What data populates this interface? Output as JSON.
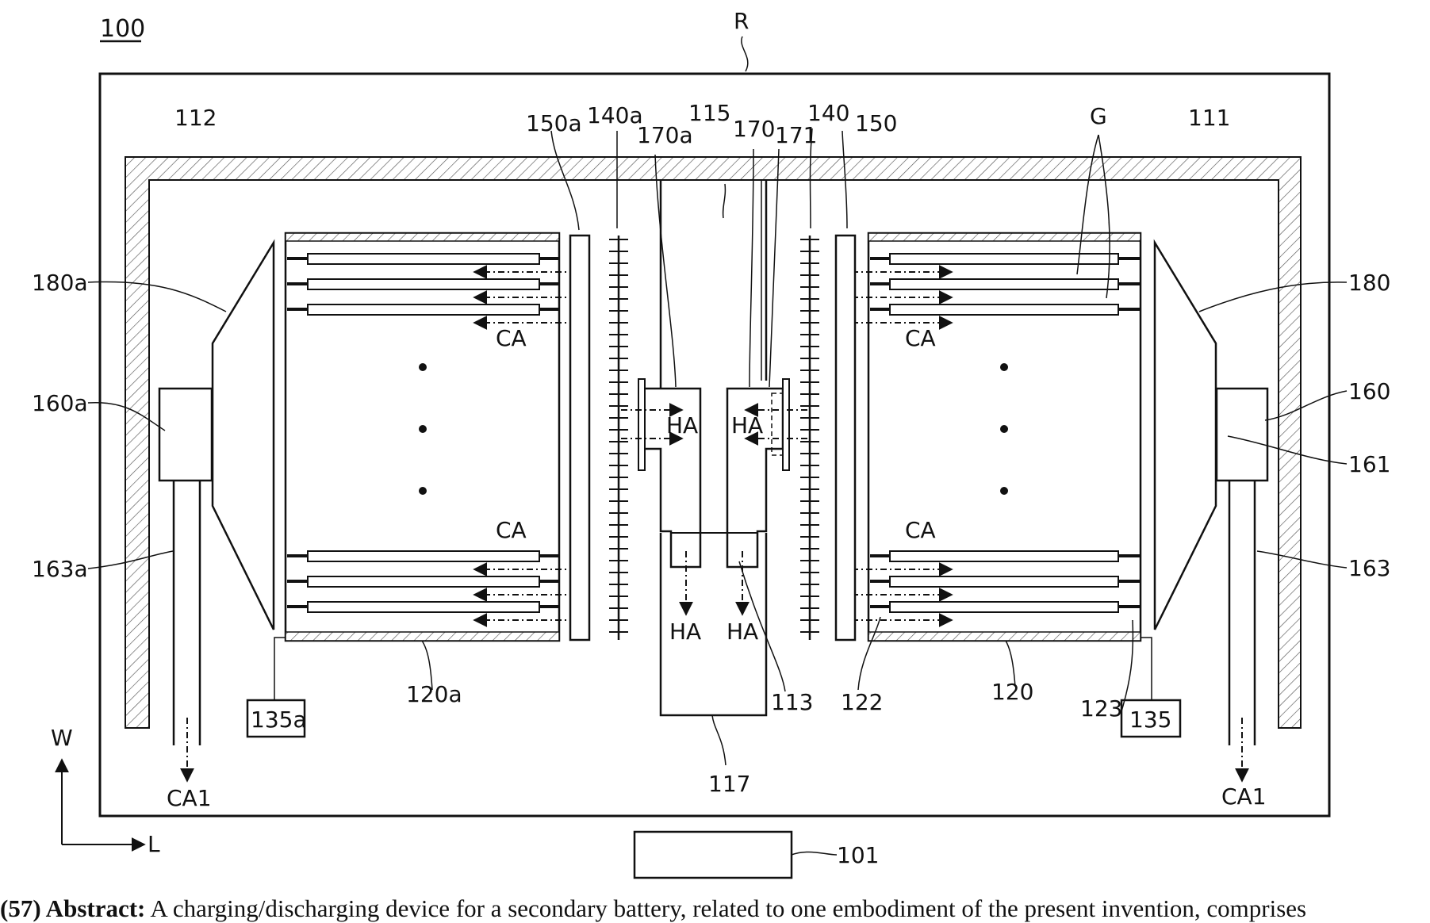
{
  "figure": {
    "device_label": "100",
    "room_label": "R",
    "controller_label": "101",
    "left": {
      "chamber": "112",
      "rack": "120a",
      "fan": "180a",
      "duct_box": "160a",
      "pipe": "163a",
      "sensor": "135a",
      "plate": "150a",
      "grill": "140a",
      "air_cold": "CA",
      "exhaust": "CA1"
    },
    "right": {
      "chamber": "111",
      "rack": "120",
      "fan": "180",
      "duct_box": "160",
      "inner": "161",
      "pipe": "163",
      "sensor": "135",
      "plate": "150",
      "grill": "140",
      "tray_a": "122",
      "tray_b": "123",
      "gap": "G",
      "air_cold": "CA",
      "exhaust": "CA1"
    },
    "center": {
      "passage": "115",
      "bottom_duct": "117",
      "divider": "113",
      "left_hood": "170a",
      "right_hood": "170",
      "hood_flap": "171",
      "air_hot": "HA"
    },
    "axes": {
      "vertical": "W",
      "horizontal": "L"
    }
  },
  "abstract": {
    "heading": "(57) Abstract:",
    "text": "A charging/discharging device for a secondary battery, related to one embodiment of the present invention, comprises"
  }
}
